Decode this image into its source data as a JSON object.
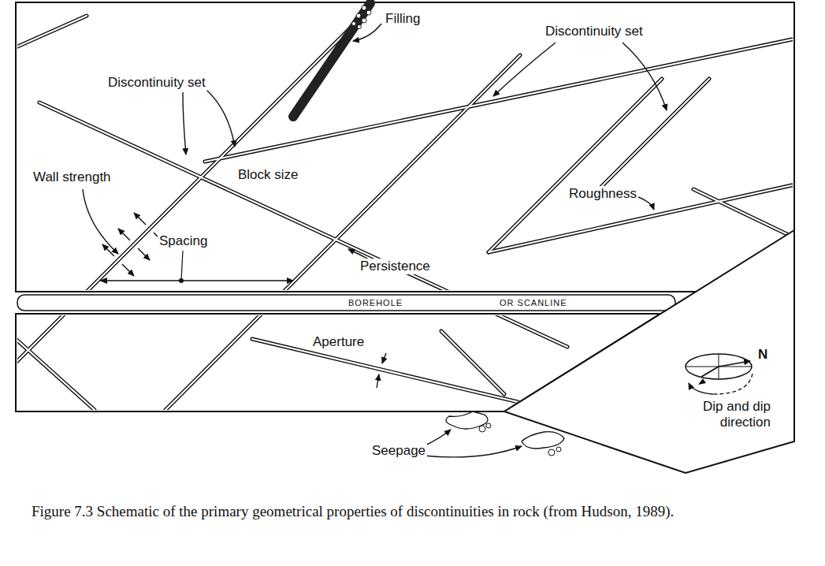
{
  "diagram": {
    "caption": "Figure 7.3 Schematic of the primary geometrical properties of discontinuities in rock (from Hudson, 1989).",
    "labels": [
      "Filling",
      "Discontinuity set",
      "Discontinuity set",
      "Wall strength",
      "Block size",
      "Roughness",
      "Persistence",
      "Spacing",
      "BOREHOLE",
      "OR SCANLINE",
      "Aperture",
      "N",
      "Dip and dip direction",
      "Seepage"
    ]
  }
}
